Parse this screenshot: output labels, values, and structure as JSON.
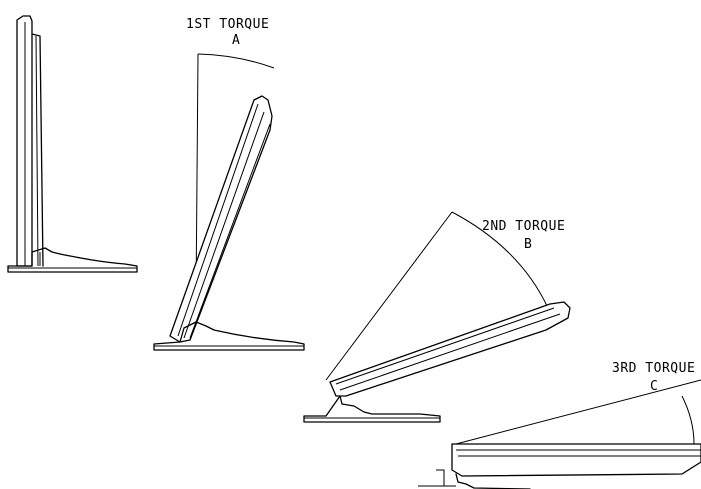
{
  "labels": {
    "torque1_title": "1ST TORQUE",
    "torque1_letter": "A",
    "torque2_title": "2ND TORQUE",
    "torque2_letter": "B",
    "torque3_title": "3RD TORQUE",
    "torque3_letter": "C"
  }
}
